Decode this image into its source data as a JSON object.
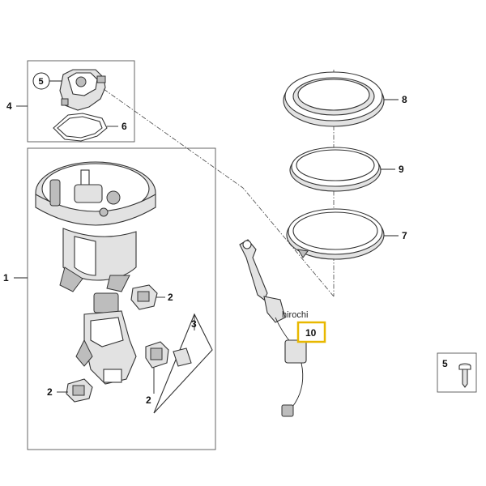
{
  "callouts": {
    "screw_top": "5",
    "group_cover": "4",
    "gasket": "6",
    "fuel_pump_assembly": "1",
    "clip_upper": "2",
    "clip_lower_left": "2",
    "clip_lower_mid": "2",
    "filter_insert": "3",
    "ring_nut": "8",
    "seal_ring": "9",
    "retainer_ring": "7",
    "sensor": "10",
    "screw_side": "5"
  },
  "watermark": "hirochi",
  "colors": {
    "highlight_box": "#e8b800",
    "line": "#333333"
  }
}
